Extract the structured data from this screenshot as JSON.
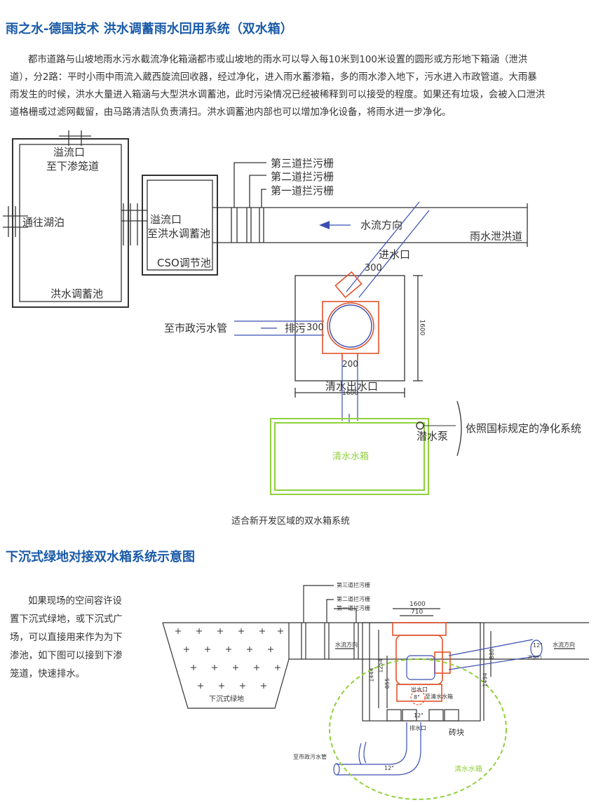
{
  "section1": {
    "title": "雨之水-德国技术 洪水调蓄雨水回用系统（双水箱）",
    "paragraph_lines": [
      "都市道路与山坡地雨水污水截流净化箱涵都市或山坡地的雨水可以导入每10米到100米设置的圆形或方形地下箱涵（泄洪",
      "道），分2路：平时小雨中雨流入葳西旋流回收器，经过净化，进入雨水蓄渗箱，多的雨水渗入地下，污水进入市政管道。大雨暴",
      "雨发生的时候，洪水大量进入箱涵与大型洪水调蓄池，此时污染情况已经被稀释到可以接受的程度。如果还有垃圾，会被入口泄洪",
      "道格栅或过滤网截留，由马路清洁队负责清扫。洪水调蓄池内部也可以增加净化设备，将雨水进一步净化。"
    ]
  },
  "diagram1": {
    "labels": {
      "overflow_to_gallery_1": "溢流口",
      "overflow_to_gallery_2": "至下渗笼道",
      "to_lake": "通往湖泊",
      "flood_pool": "洪水调蓄池",
      "overflow_to_flood_1": "溢流口",
      "overflow_to_flood_2": "至洪水调蓄池",
      "cso_pool": "CSO调节池",
      "grate3": "第三道拦污栅",
      "grate2": "第二道拦污栅",
      "grate1": "第一道拦污栅",
      "flow_direction": "水流方向",
      "flood_channel": "雨水泄洪道",
      "inlet": "进水口",
      "inlet_size": "300",
      "to_sewer": "至市政污水管",
      "drain": "排污",
      "drain_size": "300",
      "outlet_size": "200",
      "clean_outlet": "清水出水口",
      "dim_width": "1600",
      "dim_height": "1600",
      "pump": "潜水泵",
      "purify": "依照国标规定的净化系统",
      "clean_tank": "清水水箱"
    },
    "caption": "适合新开发区域的双水箱系统"
  },
  "section2": {
    "title": "下沉式绿地对接双水箱系统示意图",
    "paragraph_lines": [
      "如果现场的空间容许设",
      "置下沉式绿地，或下沉式广",
      "场，可以直接用来作为为下",
      "渗池，如下图可以接到下渗",
      "笼道，快速排水。"
    ]
  },
  "diagram2": {
    "labels": {
      "grate3": "第三道拦污栅",
      "grate2": "第二道拦污栅",
      "grate1": "第一道拦污栅",
      "dim_1600": "1600",
      "dim_710": "710",
      "flow_left": "水流方向",
      "flow_right": "水流方向",
      "dim_1444": "1444",
      "dim_1254": "1254",
      "dim_855": "855",
      "dim_1494": "1494",
      "dim_880": "880",
      "inlet_12": "12\"",
      "inlet_label": "进水口",
      "outlet": "出水口",
      "size_8": "8\"",
      "to_clean_tank": "至清水水箱",
      "size_12_mid": "12\"",
      "drain": "排水口",
      "brick": "砖块",
      "green": "下沉式绿地",
      "to_sewer": "至市政污水管",
      "pipe_12": "12\"",
      "clean_tank": "清水水箱"
    }
  },
  "colors": {
    "title_blue": "#1a5aa8",
    "pipe_blue": "#3a4fb0",
    "tank_orange": "#e0532a",
    "tank_green": "#8fd13a"
  }
}
